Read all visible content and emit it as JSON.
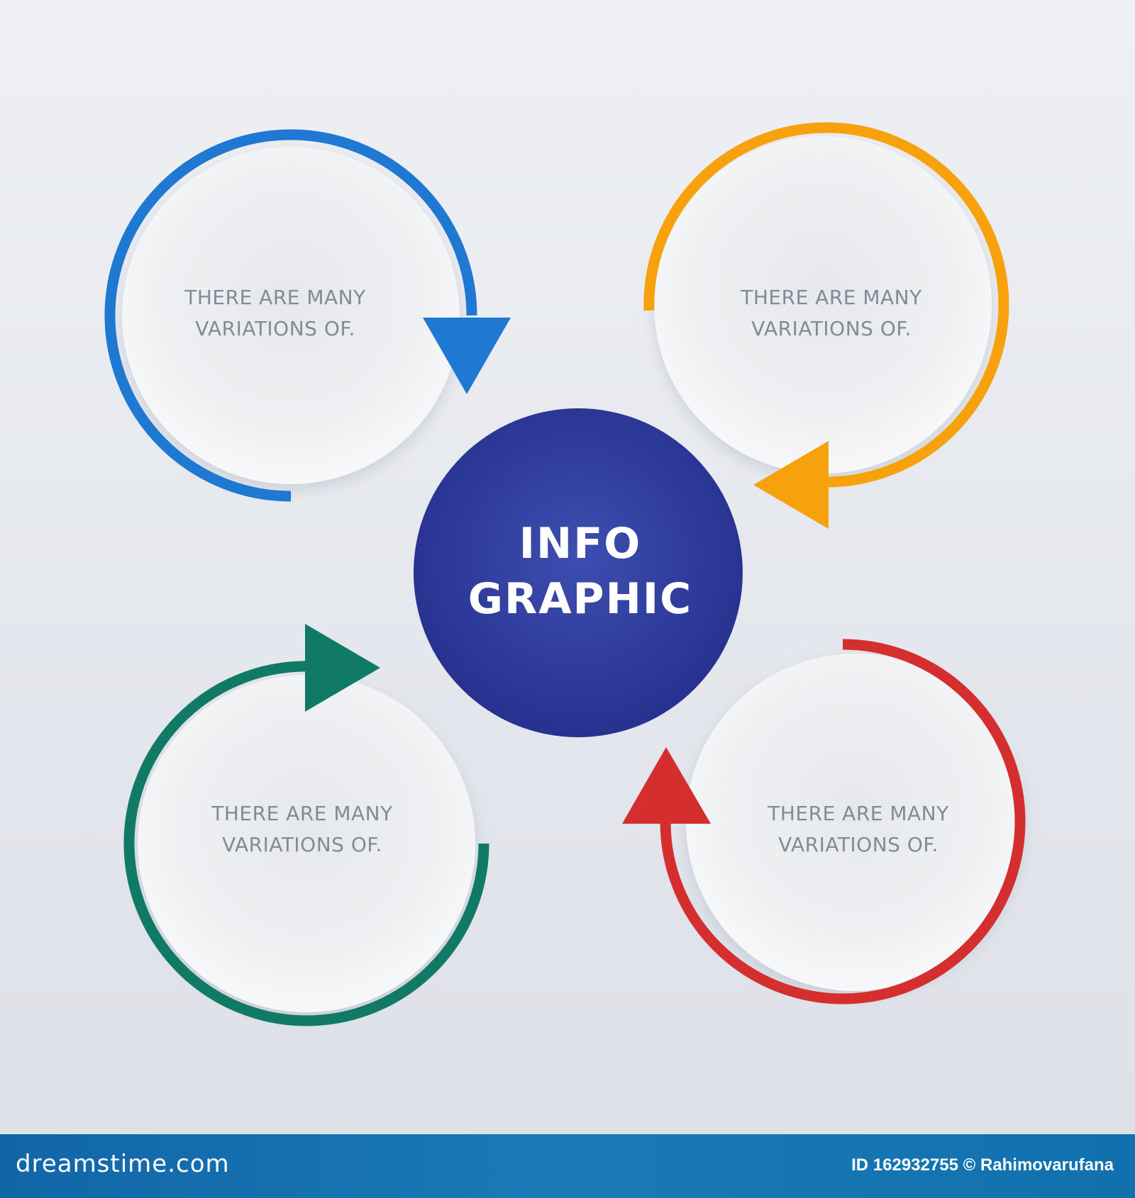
{
  "diagram": {
    "center": {
      "line1": "INFO",
      "line2": "GRAPHIC",
      "color": "#2b3799"
    },
    "nodes": [
      {
        "id": "top-left",
        "line1": "THERE ARE MANY",
        "line2": "VARIATIONS OF.",
        "color": "#1f78d1"
      },
      {
        "id": "top-right",
        "line1": "THERE ARE MANY",
        "line2": "VARIATIONS OF.",
        "color": "#f7a10c"
      },
      {
        "id": "bottom-left",
        "line1": "THERE ARE MANY",
        "line2": "VARIATIONS OF.",
        "color": "#117a66"
      },
      {
        "id": "bottom-right",
        "line1": "THERE ARE MANY",
        "line2": "VARIATIONS OF.",
        "color": "#d42e2e"
      }
    ]
  },
  "footer": {
    "site": "dreamstime.com",
    "credit": "ID 162932755 © Rahimovarufana",
    "color": "#1170ae"
  }
}
